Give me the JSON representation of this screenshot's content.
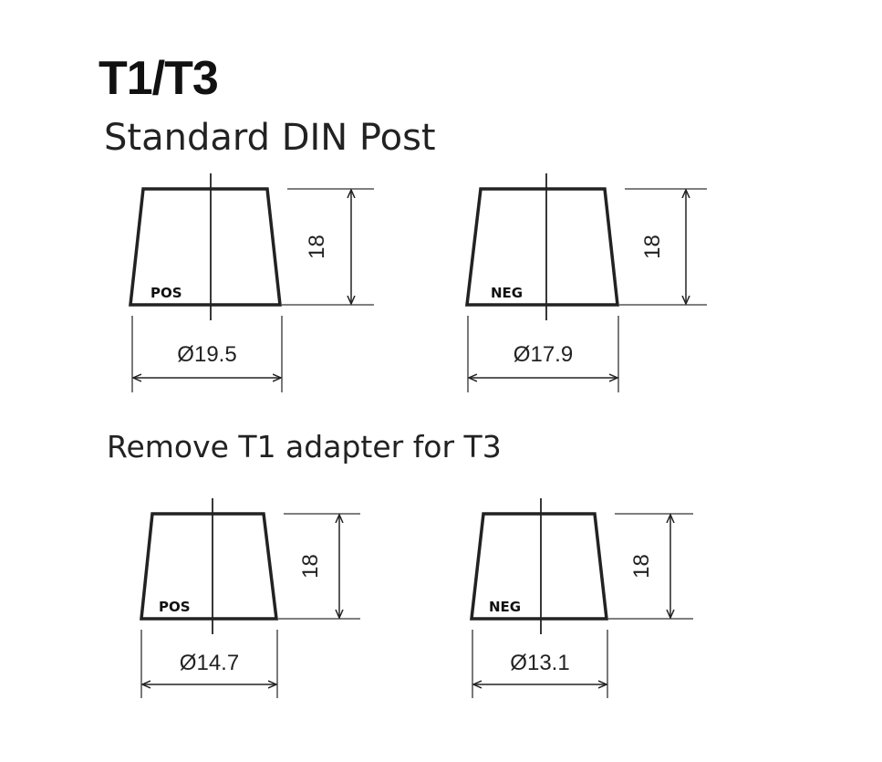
{
  "title": "T1/T3",
  "subtitle": "Standard DIN Post",
  "section2_title": "Remove T1 adapter for T3",
  "posts": [
    {
      "polarity": "POS",
      "diameter": "Ø19.5",
      "height": "18"
    },
    {
      "polarity": "NEG",
      "diameter": "Ø17.9",
      "height": "18"
    },
    {
      "polarity": "POS",
      "diameter": "Ø14.7",
      "height": "18"
    },
    {
      "polarity": "NEG",
      "diameter": "Ø13.1",
      "height": "18"
    }
  ]
}
